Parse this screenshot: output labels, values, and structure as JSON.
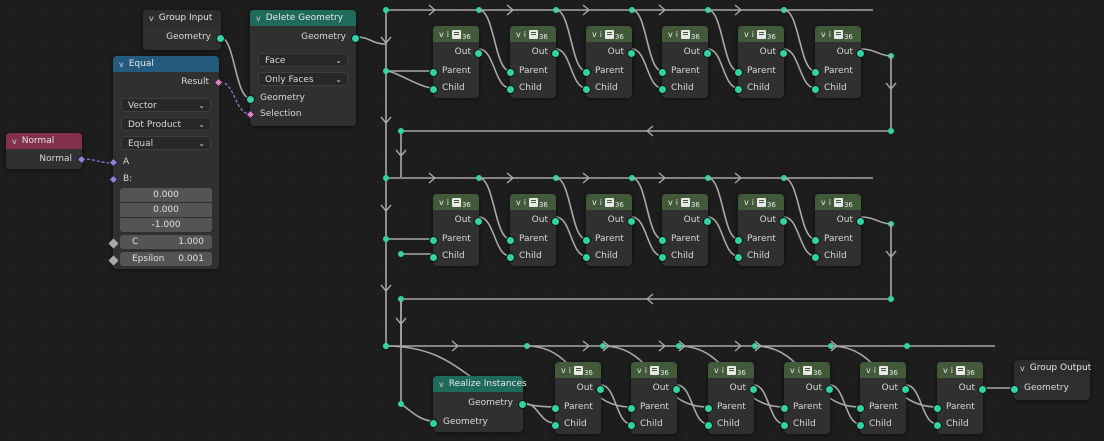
{
  "nodes": {
    "group_input": {
      "title": "Group Input",
      "geometry": "Geometry"
    },
    "delete_geometry": {
      "title": "Delete Geometry",
      "output_geometry": "Geometry",
      "domain": "Face",
      "mode": "Only Faces",
      "input_geometry": "Geometry",
      "selection": "Selection"
    },
    "equal": {
      "title": "Equal",
      "result": "Result",
      "data_type": "Vector",
      "compare_mode": "Dot Product",
      "operation": "Equal",
      "a": "A",
      "b": "B:",
      "b_x": "0.000",
      "b_y": "0.000",
      "b_z": "-1.000",
      "c_label": "C",
      "c_value": "1.000",
      "epsilon_label": "Epsilon",
      "epsilon_value": "0.001"
    },
    "normal": {
      "title": "Normal",
      "output": "Normal"
    },
    "realize_instances": {
      "title": "Realize Instances",
      "output_geometry": "Geometry",
      "input_geometry": "Geometry"
    },
    "group_output": {
      "title": "Group Output",
      "geometry": "Geometry"
    }
  },
  "group_node": {
    "header_mark": "i",
    "user_count": "36",
    "out": "Out",
    "parent": "Parent",
    "child": "Child"
  },
  "colors": {
    "geometry_socket": "#2fd3a5",
    "geometry_header": "#1e6b5c",
    "utility_header": "#245a7e",
    "input_header": "#83304a",
    "group_header": "#425a3a",
    "node_body": "#303030",
    "background": "#1d1d1d"
  },
  "icons": {
    "collapse": "chevron-down-icon",
    "dropdown": "dropdown-arrow-icon",
    "group_node": "node-group-icon"
  }
}
